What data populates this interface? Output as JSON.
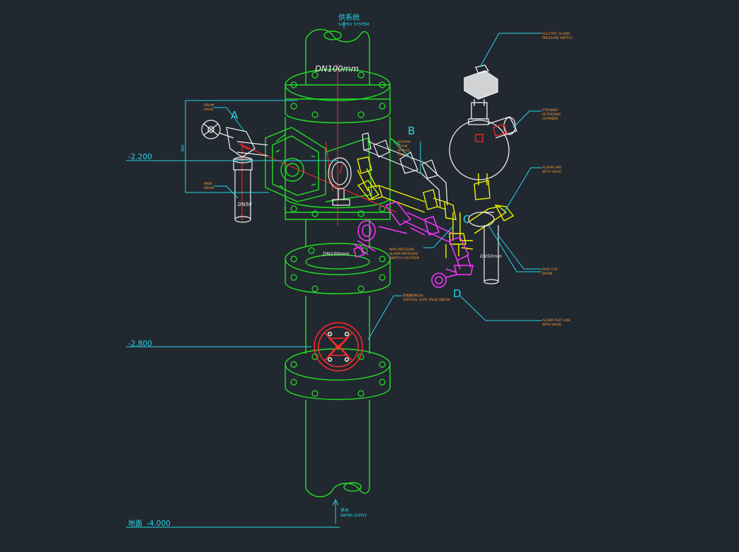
{
  "colors": {
    "background": "#212830",
    "pipe": "#22e022",
    "cyan": "#26d6ea",
    "red": "#ff2a2a",
    "yellow": "#f2f200",
    "magenta": "#ff33ff",
    "white": "#f0f0f0",
    "gray": "#8a8a8a",
    "note": "#ff9a30"
  },
  "top_label": {
    "cn": "供系统",
    "en": "SUPPLY SYSTEM"
  },
  "bottom_label": {
    "cn": "供水",
    "en": "WATER SUPPLY"
  },
  "pipe_labels": {
    "top": "DN100mm",
    "middle": "DN100mm",
    "drain_left": "DN50",
    "drain_right": "DN50mm"
  },
  "elevations": {
    "upper": "-2.200",
    "middle": "-2.800",
    "ground_cn": "地面",
    "ground": "-4.000"
  },
  "dimension_text": "800",
  "markers": {
    "a": "A",
    "b": "B",
    "c": "C",
    "d": "D"
  },
  "callouts": {
    "drain_valve": [
      "DRAIN",
      "VALVE"
    ],
    "main_drain": [
      "MAIN",
      "DRAIN"
    ],
    "retard": [
      "RETARD",
      "CHAM",
      "BYPASS",
      "LINE"
    ],
    "pressure_switch": [
      "ELECTRIC ALARM",
      "PRESSURE SWITCH"
    ],
    "strainer": [
      "STRAINER",
      "RETARDING",
      "CHAMBER"
    ],
    "alarm_line": [
      "ALARM LINE",
      "WITH VALVE"
    ],
    "alarm_location": [
      "WPU-PRESSURE",
      "ALARM PRESSURE",
      "SWITCH LOCATION"
    ],
    "drip_cup": [
      "DRIP CUP",
      "DRAIN"
    ],
    "gate_valve": [
      "检修阀DN100",
      "VERTICAL GATE VALVE DN100"
    ],
    "alarm_test": [
      "ALARM TEST LINE",
      "WITH VALVE"
    ]
  }
}
